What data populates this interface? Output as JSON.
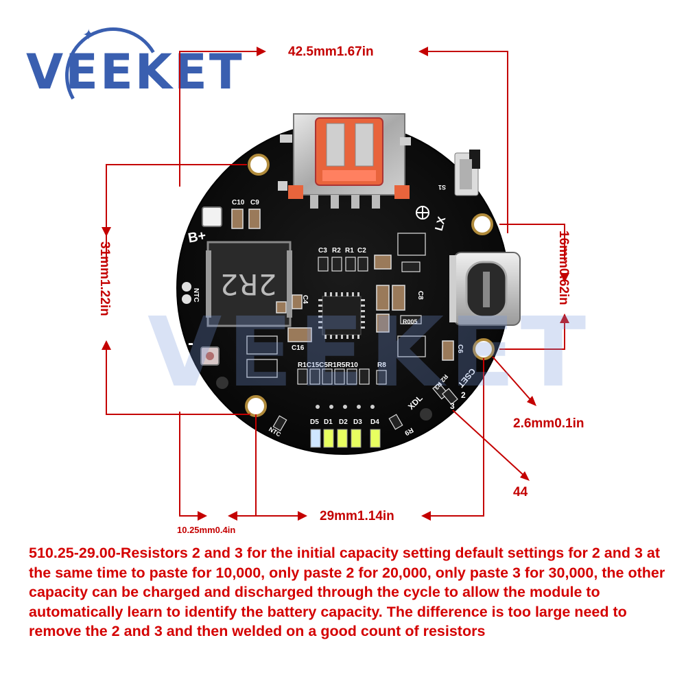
{
  "brand": {
    "logo_text": "VEEKET",
    "watermark": "VEEKET"
  },
  "dimensions": {
    "top_width": "42.5mm1.67in",
    "left_height": "31mm1.22in",
    "right_height": "16mm0.62in",
    "hole_diameter": "2.6mm0.1in",
    "pad_count": "44",
    "bottom_span": "29mm1.14in",
    "bottom_offset": "10.25mm0.4in"
  },
  "board_labels": {
    "bplus": "B+",
    "minus": "-",
    "ntc_left": "NTC",
    "ntc_bottom": "NTC",
    "inductor": "2R2",
    "c10": "C10",
    "c9": "C9",
    "c3": "C3",
    "r2": "R2",
    "r1": "R1",
    "c2": "C2",
    "c4": "C4",
    "c8": "C8",
    "c6": "C6",
    "c16": "C16",
    "r005": "R005",
    "r1c15c5r1r5r10": "R1C15C5R1R5R10",
    "r8": "R8",
    "r9": "R9",
    "cset": "CSET",
    "r2r3": "R2 R3",
    "two": "2",
    "three": "3",
    "xdl": "XDL",
    "lx": "LX",
    "s1": "S1",
    "led_labels": [
      "D5",
      "D1",
      "D2",
      "D3",
      "D4"
    ]
  },
  "description": "510.25-29.00-Resistors 2 and 3 for the initial capacity setting default settings for 2 and 3 at the same time to paste for 10,000, only paste 2 for 20,000, only paste 3 for 30,000, the other capacity can be charged and discharged through the cycle to allow the module to automatically learn to identify the battery capacity. The difference is too large need to remove the 2 and 3 and then welded on a good count of resistors",
  "colors": {
    "brand_blue": "#3a5fb0",
    "dimension_red": "#c40000",
    "pcb_black": "#111111",
    "usb_orange": "#e8643c"
  }
}
